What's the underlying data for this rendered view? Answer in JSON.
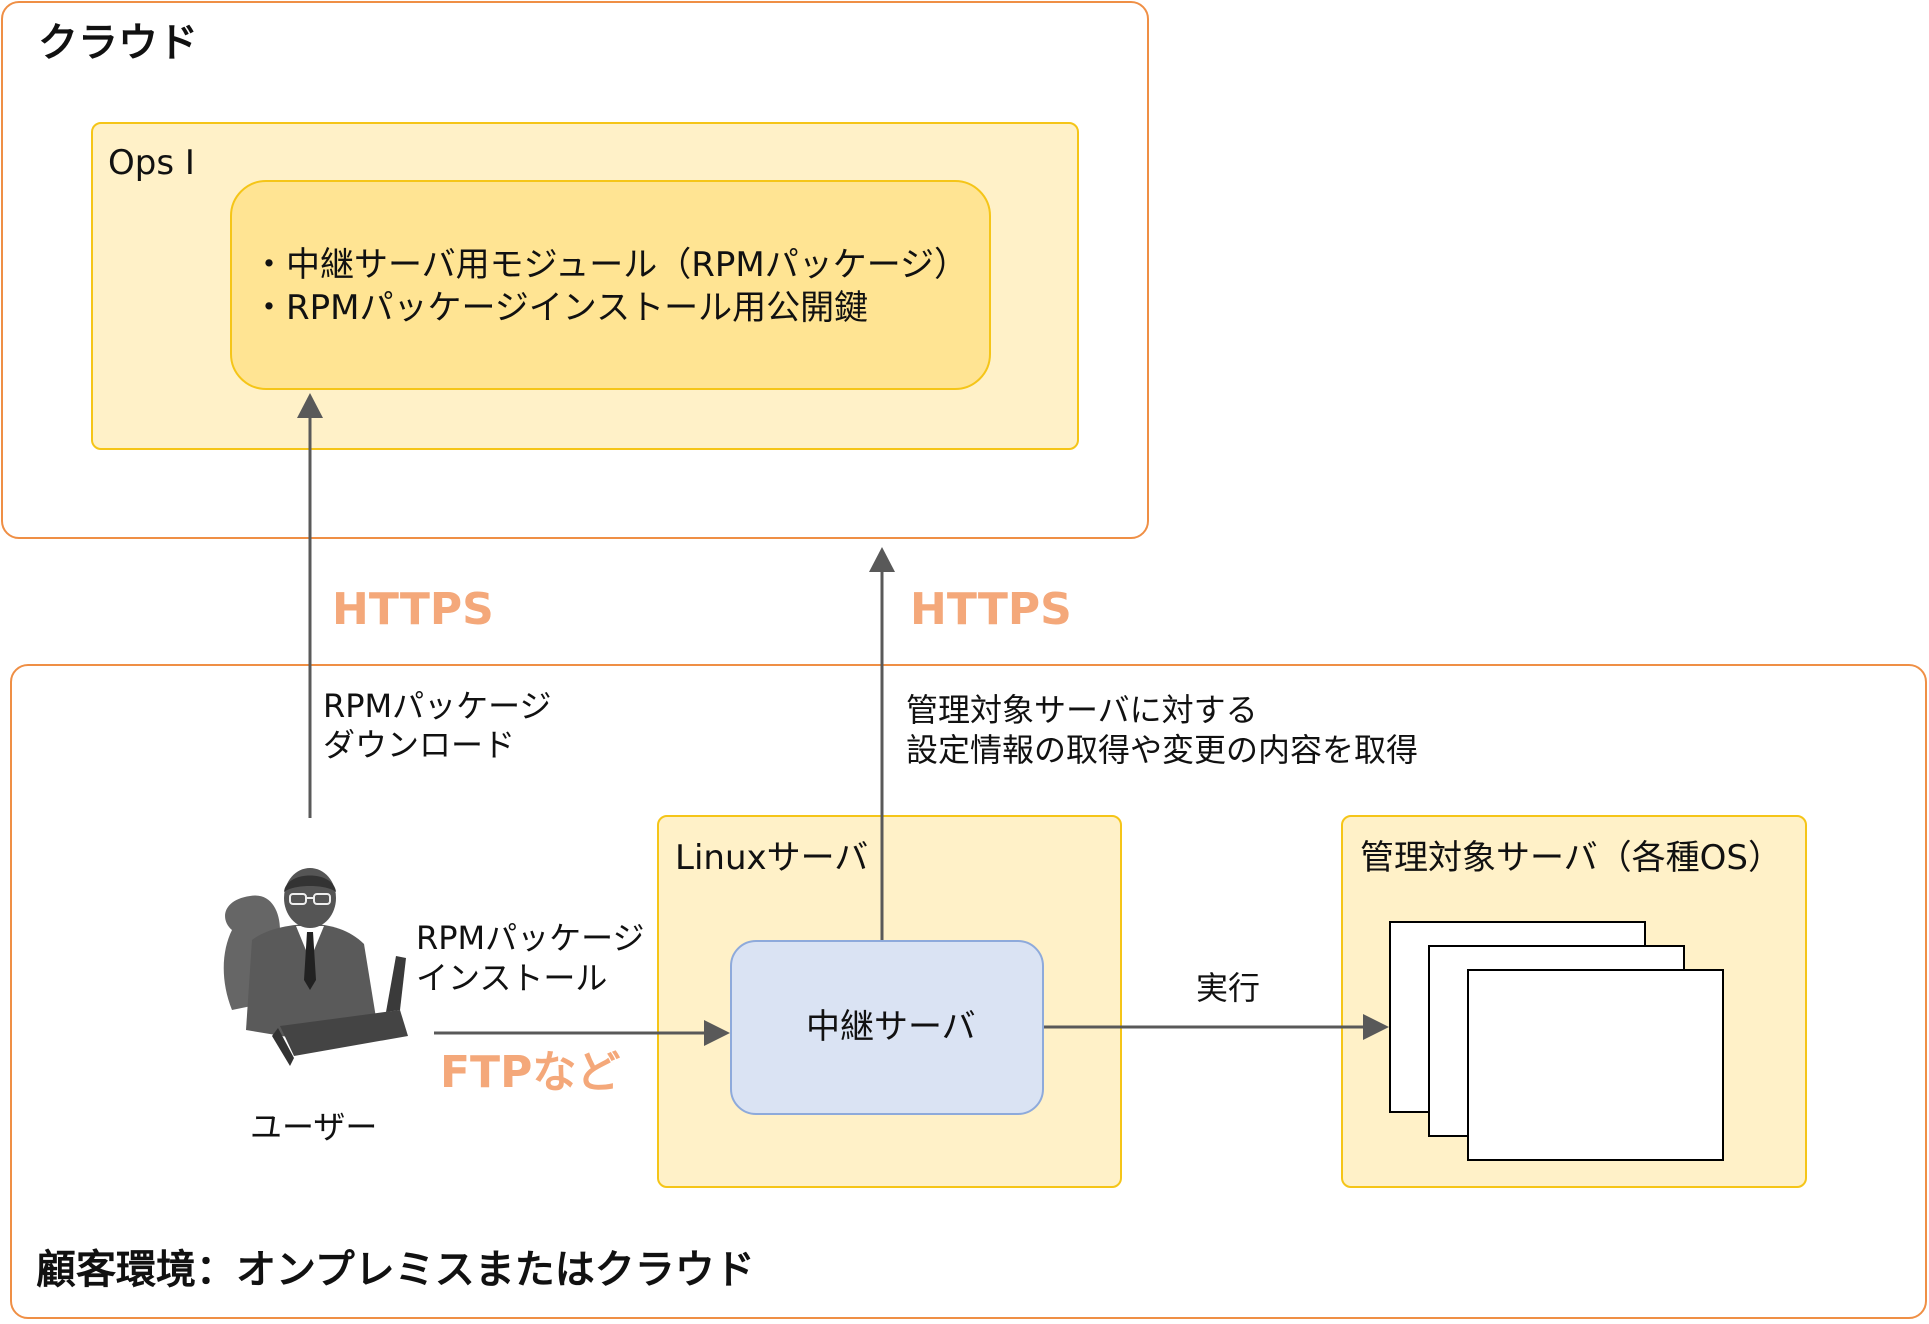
{
  "cloud": {
    "title": "クラウド",
    "ops": {
      "label": "Ops I",
      "module_lines": [
        "・中継サーバ用モジュール（RPMパッケージ）",
        "・RPMパッケージインストール用公開鍵"
      ]
    }
  },
  "customer": {
    "title": "顧客環境：オンプレミスまたはクラウド",
    "user_label": "ユーザー",
    "linux": {
      "label": "Linuxサーバ",
      "relay_label": "中継サーバ"
    },
    "managed": {
      "label": "管理対象サーバ（各種OS）"
    }
  },
  "connections": {
    "download": {
      "protocol": "HTTPS",
      "lines": [
        "RPMパッケージ",
        "ダウンロード"
      ]
    },
    "acquire": {
      "protocol": "HTTPS",
      "lines": [
        "管理対象サーバに対する",
        "設定情報の取得や変更の内容を取得"
      ]
    },
    "install": {
      "protocol": "FTPなど",
      "lines": [
        "RPMパッケージ",
        "インストール"
      ]
    },
    "execute": {
      "label": "実行"
    }
  },
  "colors": {
    "border_orange": "#ef8f45",
    "protocol_orange": "#f4a87a",
    "yellow_fill": "#fff1c8",
    "module_fill": "#ffe493",
    "relay_fill": "#dae3f3",
    "arrow_gray": "#595959"
  }
}
